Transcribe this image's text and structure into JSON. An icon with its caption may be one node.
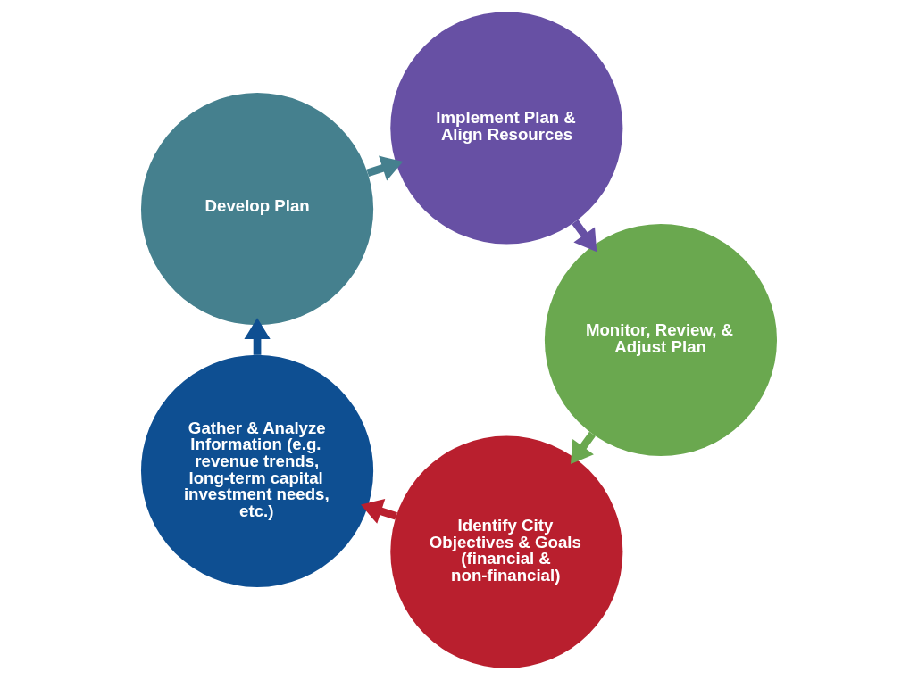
{
  "diagram": {
    "nodes": [
      {
        "text": [
          "Identify City Objectives & Goals (financial & non-financial)"
        ]
      },
      {
        "text": [
          "Gather & Analyze Information (e.g. revenue trends, long-term capital investment needs, etc.)"
        ]
      },
      {
        "text": [
          "Develop Plan"
        ]
      },
      {
        "text": [
          "Implement Plan & Align Resources"
        ]
      },
      {
        "text": [
          "Monitor, Review, & Adjust Plan"
        ]
      }
    ],
    "edges": [
      {
        "from": 0,
        "to": 1,
        "arrow": "to",
        "color": "#b91f2e"
      },
      {
        "from": 1,
        "to": 2,
        "arrow": "to",
        "color": "#0e4f92"
      },
      {
        "from": 2,
        "to": 3,
        "arrow": "to",
        "color": "#45808e"
      },
      {
        "from": 3,
        "to": 4,
        "arrow": "to",
        "color": "#6750a4"
      },
      {
        "from": 4,
        "to": 0,
        "arrow": "to",
        "color": "#6aa84f"
      }
    ]
  }
}
